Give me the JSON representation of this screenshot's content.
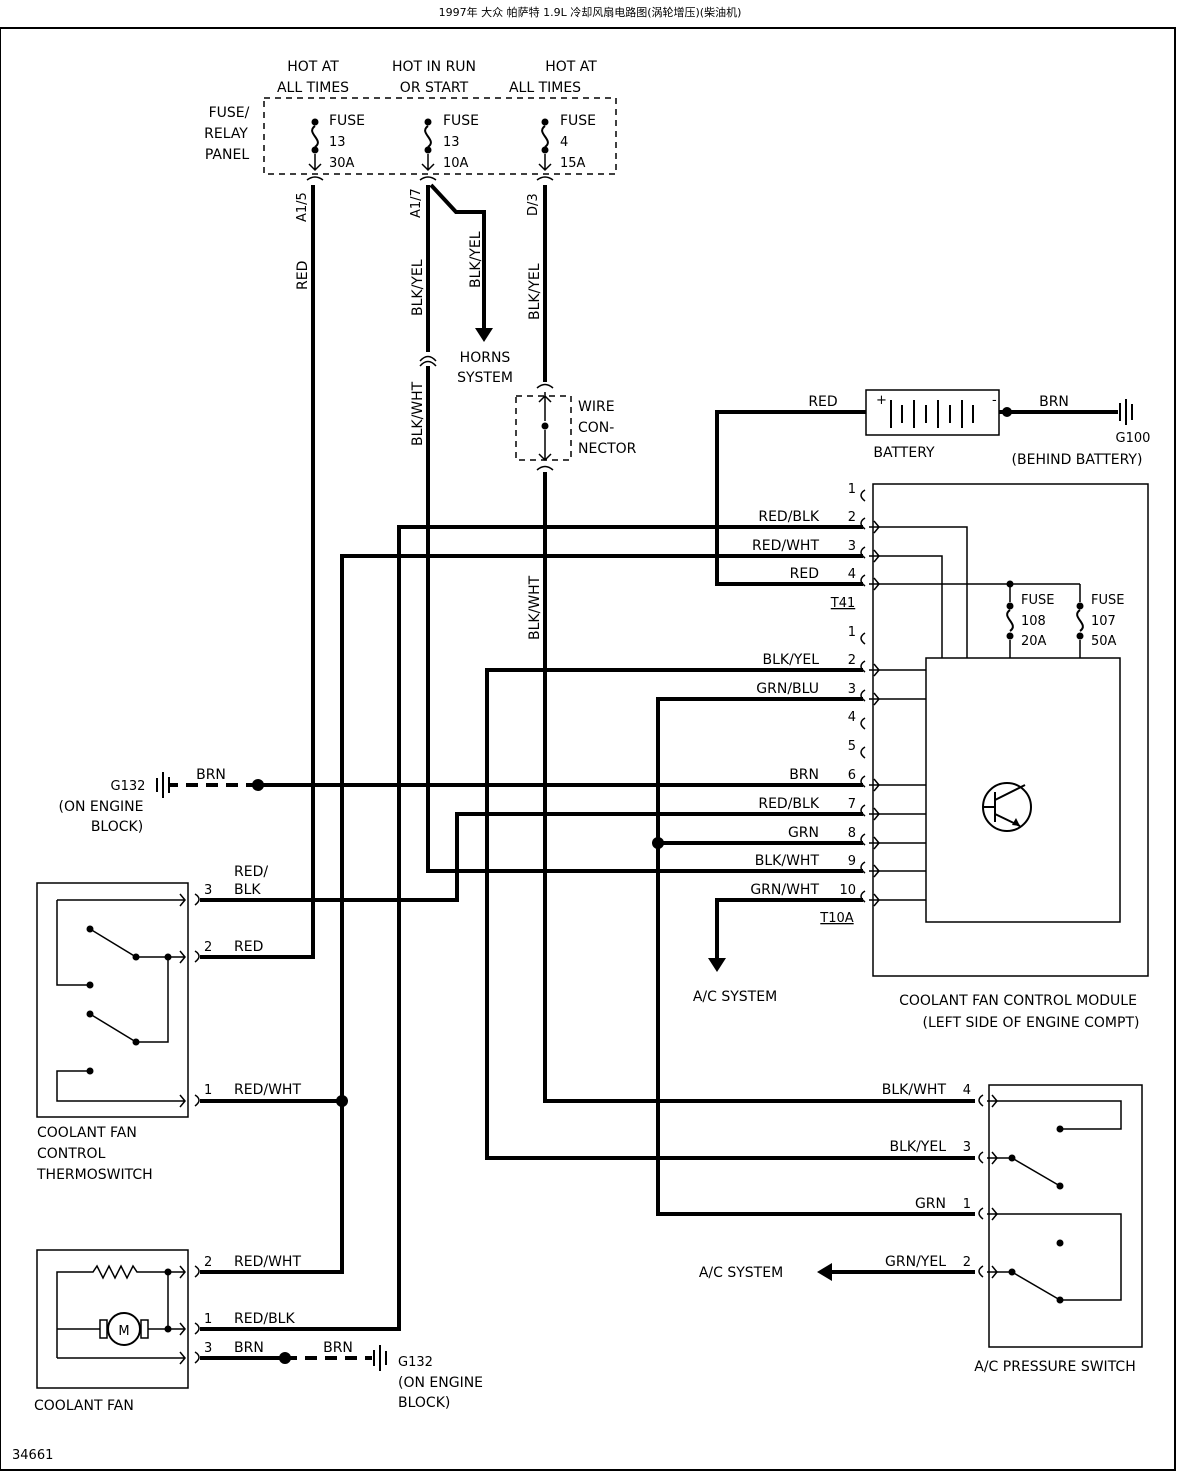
{
  "title": "1997年 大众 帕萨特 1.9L 冷却风扇电路图(涡轮增压)(柴油机)",
  "figure_number": "34661",
  "fuse_panel": {
    "label_line1": "FUSE/",
    "label_line2": "RELAY",
    "label_line3": "PANEL",
    "col1": {
      "head1": "HOT AT",
      "head2": "ALL TIMES",
      "fuse": "FUSE",
      "num": "13",
      "amp": "30A",
      "terminal": "A1/5"
    },
    "col2": {
      "head1": "HOT IN RUN",
      "head2": "OR START",
      "fuse": "FUSE",
      "num": "13",
      "amp": "10A",
      "terminal": "A1/7"
    },
    "col3": {
      "head1": "HOT AT",
      "head2": "ALL TIMES",
      "fuse": "FUSE",
      "num": "4",
      "amp": "15A",
      "terminal": "D/3"
    }
  },
  "wire_colors": {
    "red": "RED",
    "blk_yel": "BLK/YEL",
    "blk_wht": "BLK/WHT",
    "brn": "BRN",
    "red_blk": "RED/BLK",
    "red_wht": "RED/WHT",
    "grn_blu": "GRN/BLU",
    "grn": "GRN",
    "grn_wht": "GRN/WHT",
    "grn_yel": "GRN/YEL",
    "red_slash": "RED/",
    "blk": "BLK"
  },
  "horns": {
    "line1": "HORNS",
    "line2": "SYSTEM"
  },
  "wire_connector": {
    "line1": "WIRE",
    "line2": "CON-",
    "line3": "NECTOR"
  },
  "battery": {
    "label": "BATTERY",
    "plus": "+",
    "minus": "-"
  },
  "ground_g100": {
    "name": "G100",
    "location": "(BEHIND BATTERY)"
  },
  "ground_g132": {
    "name": "G132",
    "location1": "(ON ENGINE",
    "location2": "BLOCK)"
  },
  "connector_t41": {
    "name": "T41",
    "pins": [
      "1",
      "2",
      "3",
      "4"
    ]
  },
  "connector_t10a": {
    "name": "T10A",
    "pins": [
      "1",
      "2",
      "3",
      "4",
      "5",
      "6",
      "7",
      "8",
      "9",
      "10"
    ]
  },
  "module_fuses": {
    "f108": {
      "fuse": "FUSE",
      "num": "108",
      "amp": "20A"
    },
    "f107": {
      "fuse": "FUSE",
      "num": "107",
      "amp": "50A"
    }
  },
  "module": {
    "line1": "COOLANT FAN CONTROL MODULE",
    "line2": "(LEFT SIDE OF ENGINE COMPT)"
  },
  "ac_system": "A/C SYSTEM",
  "thermoswitch": {
    "line1": "COOLANT FAN",
    "line2": "CONTROL",
    "line3": "THERMOSWITCH",
    "pins": [
      "3",
      "2",
      "1"
    ]
  },
  "coolant_fan": {
    "label": "COOLANT FAN",
    "motor": "M",
    "pins": [
      "2",
      "1",
      "3"
    ]
  },
  "pressure_switch": {
    "label": "A/C PRESSURE SWITCH",
    "pins": [
      "4",
      "3",
      "1",
      "2"
    ]
  }
}
